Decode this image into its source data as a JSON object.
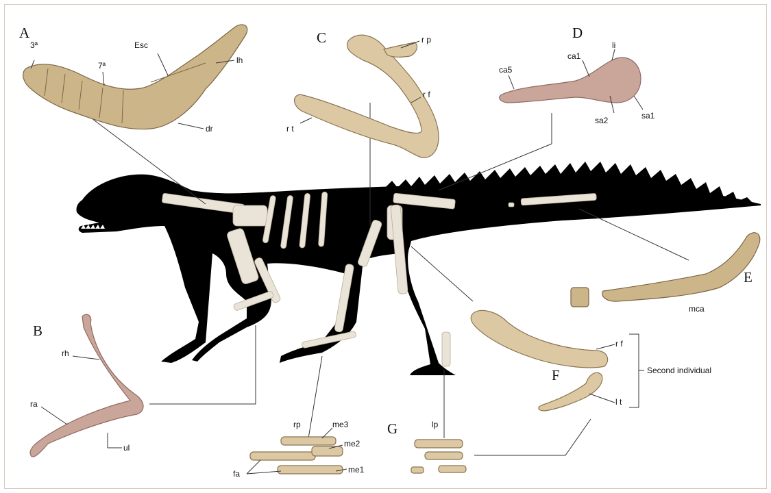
{
  "panels": {
    "A": "A",
    "B": "B",
    "C": "C",
    "D": "D",
    "E": "E",
    "F": "F",
    "G": "G"
  },
  "labels": {
    "a_3a": "3ª",
    "a_7a": "7ª",
    "a_esc": "Esc",
    "a_lh": "lh",
    "a_dr": "dr",
    "b_rh": "rh",
    "b_ra": "ra",
    "b_ul": "ul",
    "c_rp": "r p",
    "c_rf": "r f",
    "c_rt": "r t",
    "d_li": "li",
    "d_ca1": "ca1",
    "d_ca5": "ca5",
    "d_sa2": "sa2",
    "d_sa1": "sa1",
    "e_mca": "mca",
    "f_rf": "r f",
    "f_lt": "l t",
    "f_bracket": "Second individual",
    "g_rp": "rp",
    "g_me3": "me3",
    "g_me2": "me2",
    "g_me1": "me1",
    "g_fa": "fa",
    "g_lp": "lp"
  },
  "colors": {
    "silhouette": "#000000",
    "bone_fossil": "#dcc9a4",
    "bone_pink": "#c9a59a",
    "skeleton_white": "#eae4d8"
  },
  "icons": {
    "silhouette": "dinosaur-silhouette"
  }
}
